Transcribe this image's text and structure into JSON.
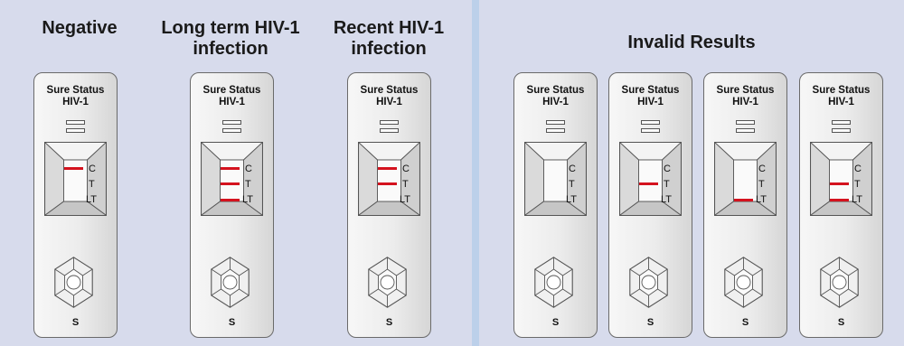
{
  "headings": {
    "negative": "Negative",
    "long_term": "Long term HIV-1 infection",
    "recent": "Recent HIV-1 infection",
    "invalid": "Invalid Results"
  },
  "cassette_text": {
    "brand": "Sure Status",
    "product": "HIV-1",
    "line_c": "C",
    "line_t": "T",
    "line_lt": "LT",
    "sample": "S"
  },
  "colors": {
    "band": "#d4121e",
    "panel_background": "#d7dbec",
    "page_background": "#c6d3e8"
  },
  "cassettes": [
    {
      "group": "negative",
      "bands": [
        "C"
      ]
    },
    {
      "group": "long_term",
      "bands": [
        "C",
        "T",
        "LT"
      ]
    },
    {
      "group": "recent",
      "bands": [
        "C",
        "T"
      ]
    },
    {
      "group": "invalid",
      "bands": []
    },
    {
      "group": "invalid",
      "bands": [
        "T"
      ]
    },
    {
      "group": "invalid",
      "bands": [
        "LT"
      ]
    },
    {
      "group": "invalid",
      "bands": [
        "T",
        "LT"
      ]
    }
  ]
}
